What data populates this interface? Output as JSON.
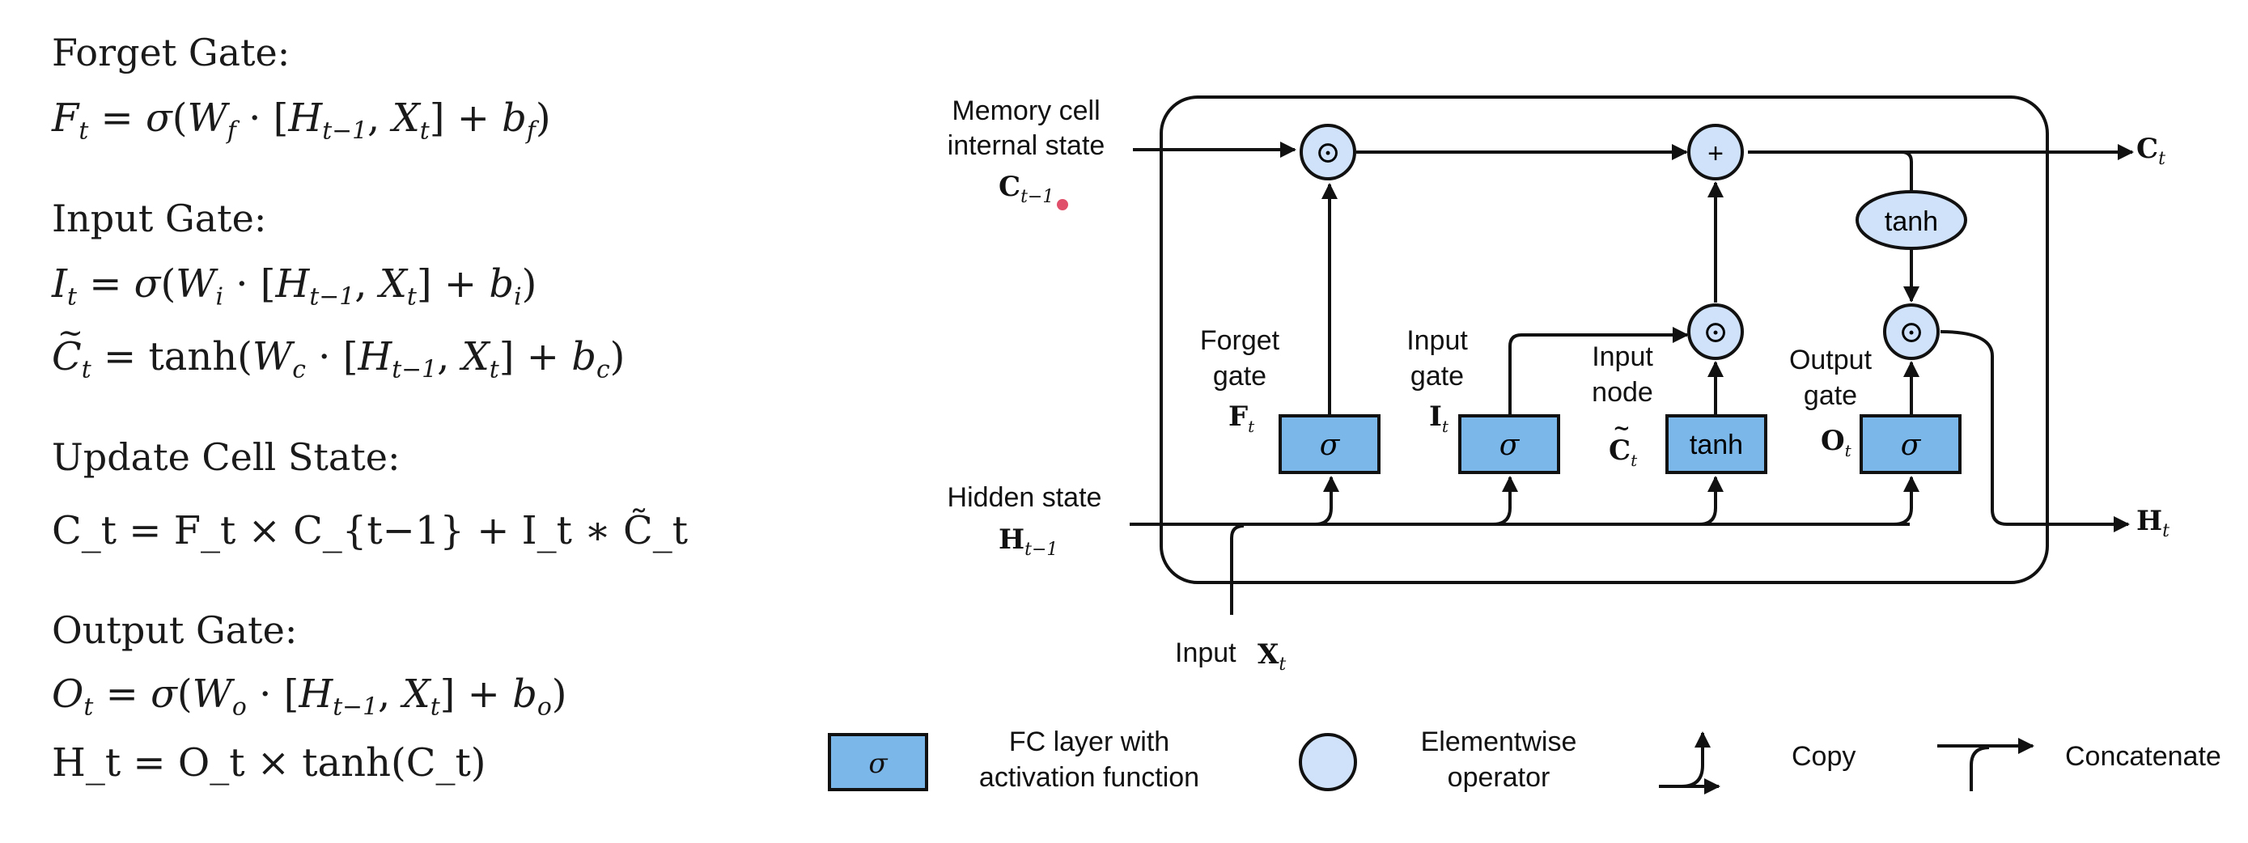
{
  "equations": {
    "forget_heading": "Forget Gate:",
    "forget_eq": {
      "lhs": "F",
      "lhs_sub": "t",
      "func": "σ",
      "weight": "W",
      "weight_sub": "f",
      "h": "H",
      "h_sub": "t−1",
      "x": "X",
      "x_sub": "t",
      "bias": "b",
      "bias_sub": "f"
    },
    "input_heading": "Input Gate:",
    "input_eq": {
      "lhs": "I",
      "lhs_sub": "t",
      "func": "σ",
      "weight": "W",
      "weight_sub": "i",
      "h": "H",
      "h_sub": "t−1",
      "x": "X",
      "x_sub": "t",
      "bias": "b",
      "bias_sub": "i"
    },
    "candidate_eq": {
      "lhs": "C",
      "lhs_sub": "t",
      "func": "tanh",
      "weight": "W",
      "weight_sub": "c",
      "h": "H",
      "h_sub": "t−1",
      "x": "X",
      "x_sub": "t",
      "bias": "b",
      "bias_sub": "c"
    },
    "update_heading": "Update Cell State:",
    "update_eq": "C_t = F_t × C_{t−1} + I_t ∗ C̃_t",
    "output_heading": "Output Gate:",
    "output_eq": {
      "lhs": "O",
      "lhs_sub": "t",
      "func": "σ",
      "weight": "W",
      "weight_sub": "o",
      "h": "H",
      "h_sub": "t−1",
      "x": "X",
      "x_sub": "t",
      "bias": "b",
      "bias_sub": "o"
    },
    "hidden_eq": "H_t = O_t × tanh(C_t)"
  },
  "diagram": {
    "memory_cell_label_1": "Memory cell",
    "memory_cell_label_2": "internal state",
    "c_prev": "C",
    "c_prev_sub": "t−1",
    "c_out": "C",
    "c_out_sub": "t",
    "hidden_state_label": "Hidden state",
    "h_prev": "H",
    "h_prev_sub": "t−1",
    "h_out": "H",
    "h_out_sub": "t",
    "input_label": "Input",
    "x_in": "X",
    "x_in_sub": "t",
    "forget_gate_1": "Forget",
    "forget_gate_2": "gate",
    "forget_sym": "F",
    "forget_sym_sub": "t",
    "input_gate_1": "Input",
    "input_gate_2": "gate",
    "input_sym": "I",
    "input_sym_sub": "t",
    "input_node_1": "Input",
    "input_node_2": "node",
    "cand_sym": "C",
    "cand_sym_sub": "t",
    "output_gate_1": "Output",
    "output_gate_2": "gate",
    "output_sym": "O",
    "output_sym_sub": "t",
    "sigma": "σ",
    "tanh": "tanh",
    "mult": "⊙",
    "plus": "+",
    "tilde": "~",
    "legend": {
      "fc_sym": "σ",
      "fc_1": "FC layer with",
      "fc_2": "activation function",
      "elem_1": "Elementwise",
      "elem_2": "operator",
      "copy": "Copy",
      "concat": "Concatenate"
    }
  },
  "colors": {
    "gate_fill": "#7cb7ea",
    "op_fill": "#cfe2fa",
    "stroke": "#111111",
    "laser_dot": "#e0506a"
  }
}
